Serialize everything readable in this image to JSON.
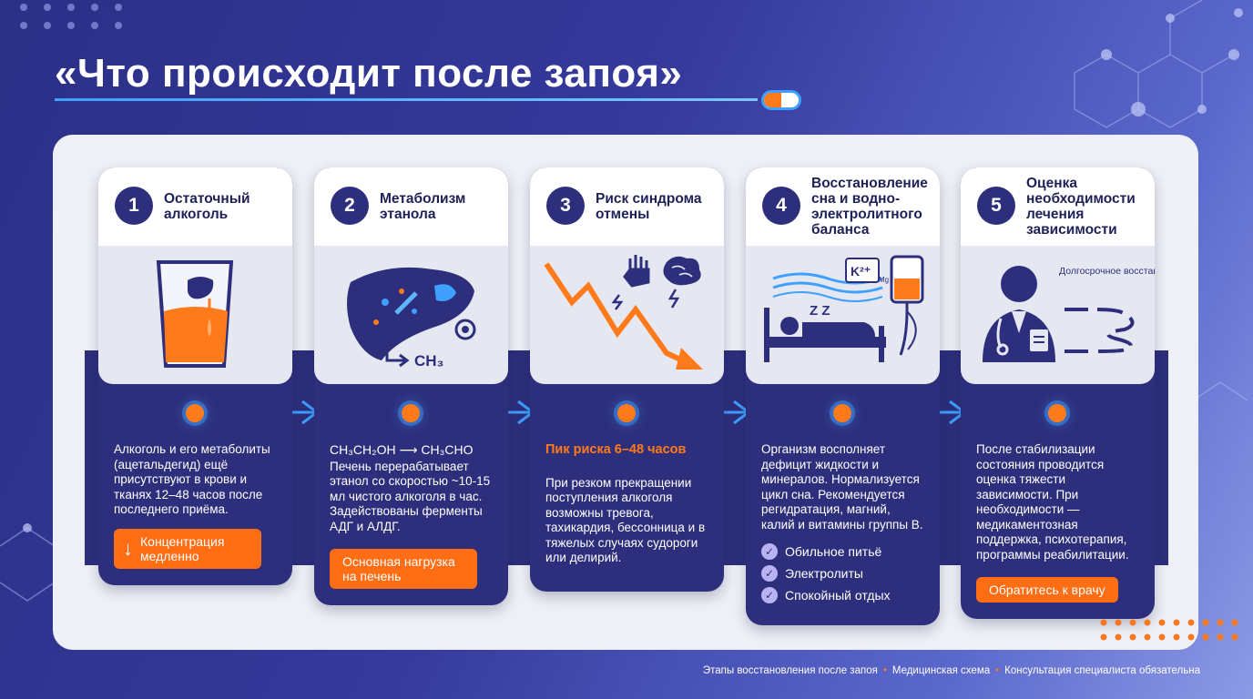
{
  "title": "«Что происходит после запоя»",
  "colors": {
    "accent_orange": "#ff7a1a",
    "navy": "#2d2f7c",
    "glow_blue": "#3fa0ff",
    "panel": "#eef0f6"
  },
  "steps": [
    {
      "num": "1",
      "title": "Остаточный алкоголь",
      "icon": "glass-with-liver-icon",
      "desc": "Алкоголь и его метаболиты (ацетальдегид) ещё присутствуют в крови и тканях 12–48 часов после последнего приёма.",
      "button": "Концентрация медленно",
      "button_icon": "arrow-down-icon"
    },
    {
      "num": "2",
      "title": "Метаболизм этанола",
      "icon": "liver-metabolism-icon",
      "formula": "CH₃CH₂OH ⟶ CH₃CHO",
      "desc": "Печень перерабатывает этанол со скоростью ~10-15 мл чистого алкоголя в час. Задействованы ферменты АДГ и АЛДГ.",
      "button": "Основная нагрузка на печень",
      "illus_label": "CH₃"
    },
    {
      "num": "3",
      "title": "Риск синдрома отмены",
      "icon": "withdrawal-risk-icon",
      "highlight": "Пик риска 6–48 часов",
      "desc": "При резком прекращении поступления алкоголя возможны тревога, тахикардия, бессонница и в тяжелых случаях судороги или делирий."
    },
    {
      "num": "4",
      "title": "Восстановление сна и водно-электролитного баланса",
      "icon": "sleep-iv-icon",
      "desc": "Организм восполняет дефицит жидкости и минералов. Нормализуется цикл сна. Рекомендуется регидратация, магний, калий и витамины группы В.",
      "checks": [
        "Обильное питьё",
        "Электролиты",
        "Спокойный отдых"
      ],
      "illus_label_k": "K²⁺",
      "illus_label_mg": "Mg",
      "illus_label_z": "Z Z"
    },
    {
      "num": "5",
      "title": "Оценка необходимости лечения зависимости",
      "icon": "doctor-icon",
      "illus_label": "Долгосрочное восстановление",
      "desc": "После стабилизации состояния проводится оценка тяжести зависимости. При необходимости — медикаментозная поддержка, психотерапия, программы реабилитации.",
      "button": "Обратитесь к врачу"
    }
  ],
  "footer": {
    "items": [
      "Этапы восстановления после запоя",
      "Медицинская схема",
      "Консультация специалиста обязательна"
    ]
  }
}
